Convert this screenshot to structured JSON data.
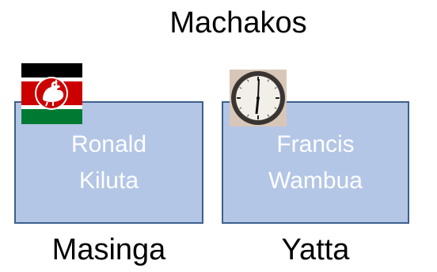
{
  "title": "Machakos",
  "colors": {
    "card_fill": "#b3c6e6",
    "card_border": "#3e5f8c",
    "card_text": "#ffffff",
    "flag_black": "#000000",
    "flag_red": "#cc0000",
    "flag_green": "#007a33",
    "clock_background": "#d8c7b8"
  },
  "cards": [
    {
      "first_line": "Ronald",
      "second_line": "Kiluta",
      "caption": "Masinga",
      "icon": "kanu-rooster-flag-icon"
    },
    {
      "first_line": "Francis",
      "second_line": "Wambua",
      "caption": "Yatta",
      "icon": "wall-clock-icon"
    }
  ]
}
